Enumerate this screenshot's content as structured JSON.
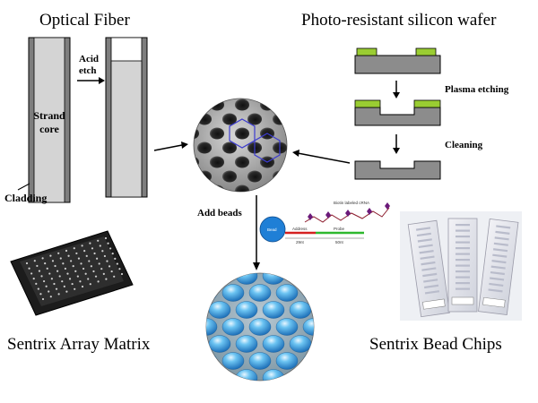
{
  "titles": {
    "optical_fiber": "Optical Fiber",
    "wafer": "Photo-resistant silicon wafer",
    "array_matrix": "Sentrix Array Matrix",
    "bead_chips": "Sentrix Bead Chips"
  },
  "labels": {
    "acid_etch_line1": "Acid",
    "acid_etch_line2": "etch",
    "strand_core_line1": "Strand",
    "strand_core_line2": "core",
    "cladding": "Cladding",
    "plasma_etching": "Plasma etching",
    "cleaning": "Cleaning",
    "add_beads": "Add beads"
  },
  "bead_schematic": {
    "bead": "Bead",
    "address": "Address",
    "probe": "Probe",
    "address_len": "29nt",
    "probe_len": "50nt",
    "crna": "Biotin labeled cRNA"
  },
  "colors": {
    "fiber_core": "#d4d4d4",
    "cladding": "#7e7e7e",
    "photoresist": "#9acd32",
    "silicon": "#8c8c8c",
    "bead": "#3ea6e6",
    "address_strand": "#d42020",
    "probe_strand": "#2eb82e",
    "hexagon": "#3c3ccf"
  }
}
